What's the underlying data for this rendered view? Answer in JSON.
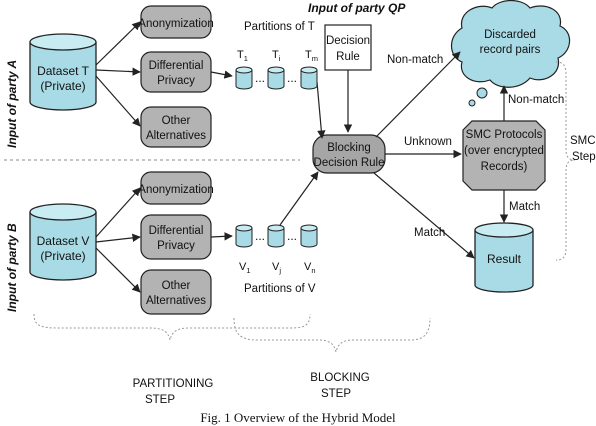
{
  "party_a": {
    "label": "Input of party A"
  },
  "party_b": {
    "label": "Input of party B"
  },
  "party_qp": {
    "label": "Input of party QP"
  },
  "dataset_t": {
    "line1": "Dataset T",
    "line2": "(Private)"
  },
  "dataset_v": {
    "line1": "Dataset V",
    "line2": "(Private)"
  },
  "methods_top": [
    {
      "line1": "Anonymization",
      "line2": ""
    },
    {
      "line1": "Differential",
      "line2": "Privacy"
    },
    {
      "line1": "Other",
      "line2": "Alternatives"
    }
  ],
  "methods_bottom": [
    {
      "line1": "Anonymization",
      "line2": ""
    },
    {
      "line1": "Differential",
      "line2": "Privacy"
    },
    {
      "line1": "Other",
      "line2": "Alternatives"
    }
  ],
  "partitions_t": {
    "title": "Partitions of T",
    "labels": [
      {
        "base": "T",
        "sub": "1"
      },
      {
        "base": "T",
        "sub": "i"
      },
      {
        "base": "T",
        "sub": "m"
      }
    ],
    "dots": "..."
  },
  "partitions_v": {
    "title": "Partitions of V",
    "labels": [
      {
        "base": "V",
        "sub": "1"
      },
      {
        "base": "V",
        "sub": "j"
      },
      {
        "base": "V",
        "sub": "n"
      }
    ],
    "dots": "..."
  },
  "decision_rule": {
    "line1": "Decision",
    "line2": "Rule"
  },
  "blocking": {
    "line1": "Blocking",
    "line2": "Decision Rule"
  },
  "smc": {
    "line1": "SMC Protocols",
    "line2": "(over encrypted",
    "line3": "Records)"
  },
  "discarded": {
    "line1": "Discarded",
    "line2": "record pairs"
  },
  "result": {
    "label": "Result"
  },
  "edges": {
    "nonmatch_top": "Non-match",
    "unknown": "Unknown",
    "match_left": "Match",
    "nonmatch_right": "Non-match",
    "match_right": "Match"
  },
  "steps": {
    "smc_line1": "SMC",
    "smc_line2": "Step",
    "partitioning_line1": "PARTITIONING",
    "partitioning_line2": "STEP",
    "blocking_line1": "BLOCKING",
    "blocking_line2": "STEP"
  },
  "caption": "Fig. 1 Overview of the Hybrid Model",
  "colors": {
    "cylinder_fill": "#a9dbe6",
    "cylinder_top": "#c9ecf3",
    "method_fill": "#b3b3b3",
    "blocking_fill": "#a6a6a6",
    "smc_fill": "#b3b3b3",
    "cloud_fill": "#a9dbe6",
    "stroke": "#222222"
  }
}
